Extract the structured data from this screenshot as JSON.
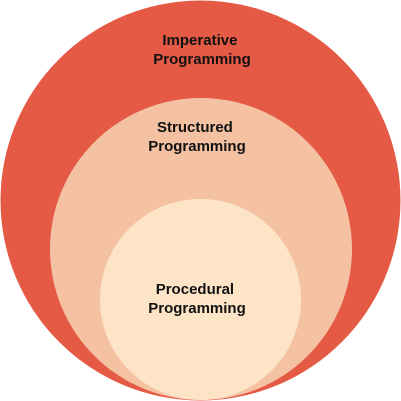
{
  "diagram": {
    "outer": {
      "line1": "Imperative",
      "line2": "Programming",
      "color": "#e55a44"
    },
    "middle": {
      "line1": "Structured",
      "line2": "Programming",
      "color": "#f4c2a3"
    },
    "inner": {
      "line1": "Procedural",
      "line2": "Programming",
      "color": "#fde4c7"
    }
  }
}
